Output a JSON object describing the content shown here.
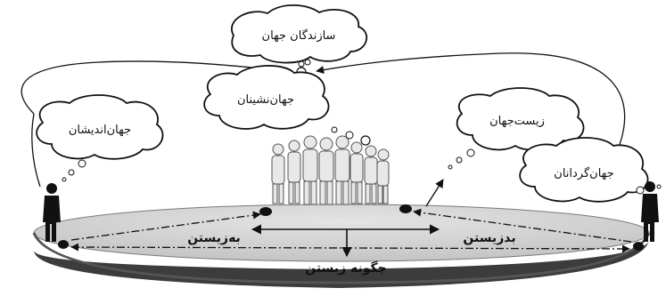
{
  "clouds": {
    "makers": "سازندگان جهان",
    "dwellers": "جهان‌نشینان",
    "thinkers": "جهان‌اندیشان",
    "lifeworld": "زیست‌جهان",
    "turners": "جهان‌گردانان"
  },
  "stage_labels": {
    "good_living": "به‌زیستن",
    "bad_living": "بدزیستن",
    "how_to_live": "چگونه زیستن"
  },
  "colors": {
    "platform_top": "#d2d2d2",
    "platform_rim": "#6e6e6e",
    "cloud_fill": "#ffffff",
    "ink": "#111111"
  }
}
